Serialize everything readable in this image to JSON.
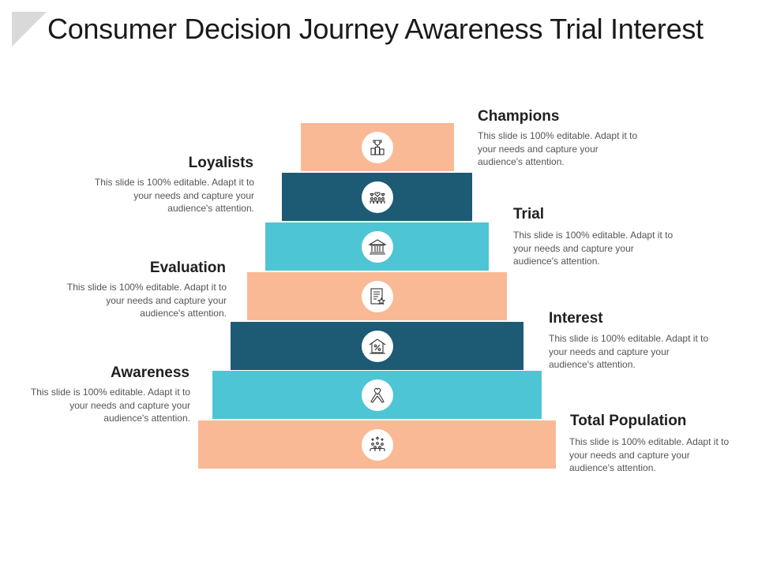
{
  "title": "Consumer Decision Journey Awareness Trial Interest",
  "colors": {
    "peach": "#f9b995",
    "navy": "#1d5a73",
    "teal": "#4ec5d4"
  },
  "levels": [
    {
      "label": "Champions",
      "description": "This slide is 100% editable. Adapt it to your needs and capture your audience's attention.",
      "color": "#f9b995",
      "icon": "trophy-podium-icon"
    },
    {
      "label": "Loyalists",
      "description": "This slide is 100% editable. Adapt it to your needs and capture your audience's attention.",
      "color": "#1d5a73",
      "icon": "group-hearts-icon"
    },
    {
      "label": "Trial",
      "description": "This slide is 100% editable. Adapt it to your needs and capture your audience's attention.",
      "color": "#4ec5d4",
      "icon": "bank-icon"
    },
    {
      "label": "Evaluation",
      "description": "This slide is 100% editable. Adapt it to your needs and capture your audience's attention.",
      "color": "#f9b995",
      "icon": "certificate-icon"
    },
    {
      "label": "Interest",
      "description": "This slide is 100% editable. Adapt it to your needs and capture your audience's attention.",
      "color": "#1d5a73",
      "icon": "house-percent-icon"
    },
    {
      "label": "Awareness",
      "description": "This slide is 100% editable. Adapt it to your needs and capture your audience's attention.",
      "color": "#4ec5d4",
      "icon": "awareness-ribbon-icon"
    },
    {
      "label": "Total Population",
      "description": "This slide is 100% editable. Adapt it to your needs and capture your audience's attention.",
      "color": "#f9b995",
      "icon": "population-icon"
    }
  ]
}
